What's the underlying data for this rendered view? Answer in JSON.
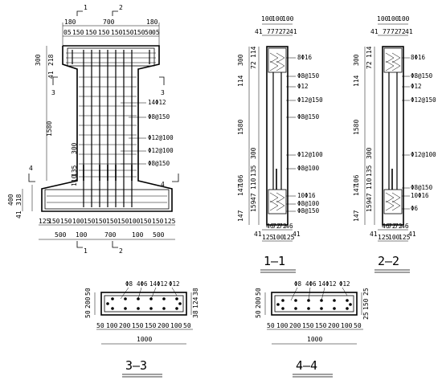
{
  "elevation": {
    "top_dims": [
      "180",
      "700",
      "180"
    ],
    "top_sub_dims": [
      "05",
      "150",
      "150",
      "150",
      "150",
      "150",
      "150",
      "50",
      "05"
    ],
    "left_dims": [
      "300",
      "218",
      "41",
      "1580",
      "300",
      "135",
      "110",
      "400",
      "318",
      "41"
    ],
    "bottom_sub_dims": [
      "125",
      "150",
      "150",
      "100",
      "150",
      "150",
      "150",
      "150",
      "100",
      "150",
      "150",
      "125"
    ],
    "bottom_dims": [
      "500",
      "100",
      "700",
      "100",
      "500"
    ],
    "labels": [
      "14Φ12",
      "Φ8@150",
      "Φ12@100",
      "Φ12@100",
      "Φ8@150"
    ],
    "section_marks": {
      "one": "1",
      "two": "2",
      "three": "3",
      "four": "4"
    }
  },
  "section_1_1": {
    "top_dims": [
      "100",
      "100",
      "100"
    ],
    "top_sub_dims": [
      "41",
      "77",
      "72",
      "72",
      "41"
    ],
    "left_dims": [
      "300",
      "114",
      "72",
      "114",
      "1580",
      "300",
      "135",
      "110",
      "147",
      "106",
      "47",
      "159",
      "147"
    ],
    "bottom_sub_dims": [
      "46",
      "72",
      "72",
      "46"
    ],
    "bottom_dims": [
      "41",
      "125",
      "100",
      "125",
      "41"
    ],
    "labels": [
      "8Φ16",
      "Φ8@150",
      "Φ12",
      "Φ12@150",
      "Φ8@150",
      "Φ12@100",
      "Φ8@100",
      "10Φ16",
      "Φ8@100",
      "Φ8@150"
    ],
    "title": "1–1"
  },
  "section_2_2": {
    "top_dims": [
      "100",
      "100",
      "100"
    ],
    "top_sub_dims": [
      "41",
      "77",
      "72",
      "72",
      "41"
    ],
    "left_dims": [
      "300",
      "114",
      "72",
      "114",
      "1580",
      "300",
      "135",
      "110",
      "147",
      "106",
      "47",
      "159",
      "147"
    ],
    "bottom_sub_dims": [
      "46",
      "72",
      "72",
      "46"
    ],
    "bottom_dims": [
      "41",
      "125",
      "100",
      "125",
      "41"
    ],
    "labels": [
      "8Φ16",
      "Φ8@150",
      "Φ12",
      "Φ12@150",
      "Φ12@100",
      "Φ8@150",
      "10Φ16",
      "Φ6"
    ],
    "title": "2–2"
  },
  "section_3_3": {
    "top_labels": [
      "Φ8",
      "4Φ6",
      "14Φ12",
      "Φ12"
    ],
    "left_dims": [
      "50",
      "200",
      "50"
    ],
    "right_dims": [
      "38",
      "124",
      "38"
    ],
    "bottom_dims": [
      "50",
      "100",
      "200",
      "150",
      "150",
      "200",
      "100",
      "50"
    ],
    "total": "1000",
    "title": "3–3"
  },
  "section_4_4": {
    "top_labels": [
      "Φ8",
      "4Φ6",
      "14Φ12",
      "Φ12"
    ],
    "left_dims": [
      "50",
      "200",
      "50"
    ],
    "right_dims": [
      "25",
      "150",
      "25"
    ],
    "bottom_dims": [
      "50",
      "100",
      "200",
      "150",
      "150",
      "200",
      "100",
      "50"
    ],
    "total": "1000",
    "title": "4–4"
  }
}
